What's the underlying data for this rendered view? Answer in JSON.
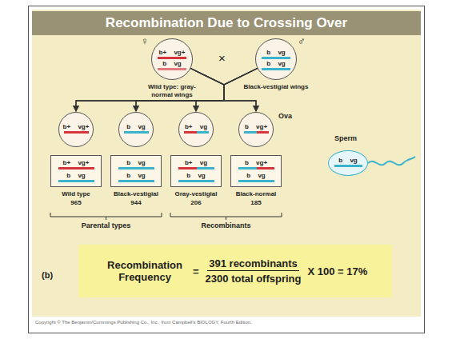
{
  "diagram": {
    "title": "Recombination Due to Crossing Over",
    "nodes": [
      {
        "text": [
          "b+ vg+",
          "b vg",
          "Wild type: gray-normal wings"
        ]
      },
      {
        "text": [
          "b vg",
          "b vg",
          "Black-vestigial wings"
        ]
      },
      {
        "text": [
          "b+ vg+"
        ]
      },
      {
        "text": [
          "b vg"
        ]
      },
      {
        "text": [
          "b+ vg"
        ]
      },
      {
        "text": [
          "b vg+"
        ]
      },
      {
        "text": [
          "b+ vg+",
          "b vg",
          "Wild type",
          "965"
        ]
      },
      {
        "text": [
          "b vg",
          "b vg",
          "Black-vestigial",
          "944"
        ]
      },
      {
        "text": [
          "b+ vg",
          "b vg",
          "Gray-vestigial",
          "206"
        ]
      },
      {
        "text": [
          "b vg+",
          "b vg",
          "Black-normal",
          "185"
        ]
      },
      {
        "text": [
          "b vg"
        ]
      },
      {
        "text": [
          "Recombination Frequency",
          "=",
          "391 recombinants",
          "2300 total offspring",
          "X 100 = 17%"
        ]
      }
    ],
    "edges": [
      {
        "from": 0,
        "to": 2,
        "arrow": "to"
      },
      {
        "from": 0,
        "to": 3,
        "arrow": "to"
      },
      {
        "from": 0,
        "to": 4,
        "arrow": "to"
      },
      {
        "from": 0,
        "to": 5,
        "arrow": "to"
      },
      {
        "from": 1,
        "to": 2,
        "arrow": "to"
      },
      {
        "from": 1,
        "to": 3,
        "arrow": "to"
      },
      {
        "from": 1,
        "to": 4,
        "arrow": "to"
      },
      {
        "from": 1,
        "to": 5,
        "arrow": "to"
      }
    ],
    "labels": [
      "♀",
      "×",
      "♂",
      "Ova",
      "Sperm",
      "Parental types",
      "Recombinants",
      "(b)",
      "Copyright © The Benjamin/Cummings Publishing Co., Inc., from Campbell's BIOLOGY, Fourth Edition."
    ]
  }
}
